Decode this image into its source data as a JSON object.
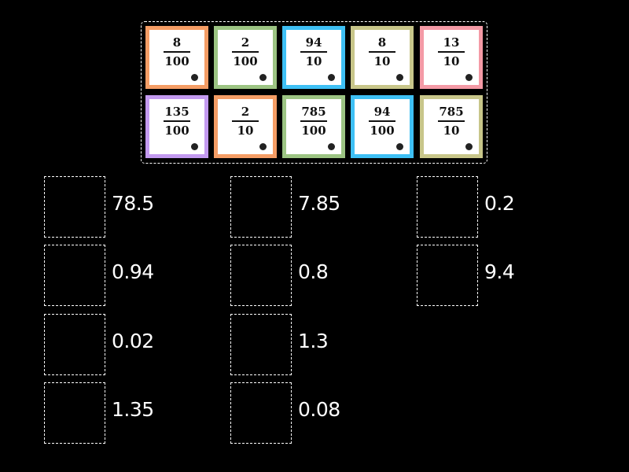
{
  "colors": {
    "background": "#000000",
    "orange": "#f59d65",
    "green": "#9cc483",
    "blue": "#3ec0f5",
    "olive": "#c8c68a",
    "pink": "#f49aa6",
    "purple": "#c39af0"
  },
  "tiles": [
    {
      "numerator": "8",
      "denominator": "100",
      "color": "#f59d65"
    },
    {
      "numerator": "2",
      "denominator": "100",
      "color": "#9cc483"
    },
    {
      "numerator": "94",
      "denominator": "10",
      "color": "#3ec0f5"
    },
    {
      "numerator": "8",
      "denominator": "10",
      "color": "#c8c68a"
    },
    {
      "numerator": "13",
      "denominator": "10",
      "color": "#f49aa6"
    },
    {
      "numerator": "135",
      "denominator": "100",
      "color": "#c39af0"
    },
    {
      "numerator": "2",
      "denominator": "10",
      "color": "#f59d65"
    },
    {
      "numerator": "785",
      "denominator": "100",
      "color": "#9cc483"
    },
    {
      "numerator": "94",
      "denominator": "100",
      "color": "#3ec0f5"
    },
    {
      "numerator": "785",
      "denominator": "10",
      "color": "#c8c68a"
    }
  ],
  "targets": [
    {
      "label": "78.5"
    },
    {
      "label": "0.94"
    },
    {
      "label": "0.02"
    },
    {
      "label": "1.35"
    },
    {
      "label": "7.85"
    },
    {
      "label": "0.8"
    },
    {
      "label": "1.3"
    },
    {
      "label": "0.08"
    },
    {
      "label": "0.2"
    },
    {
      "label": "9.4"
    }
  ]
}
